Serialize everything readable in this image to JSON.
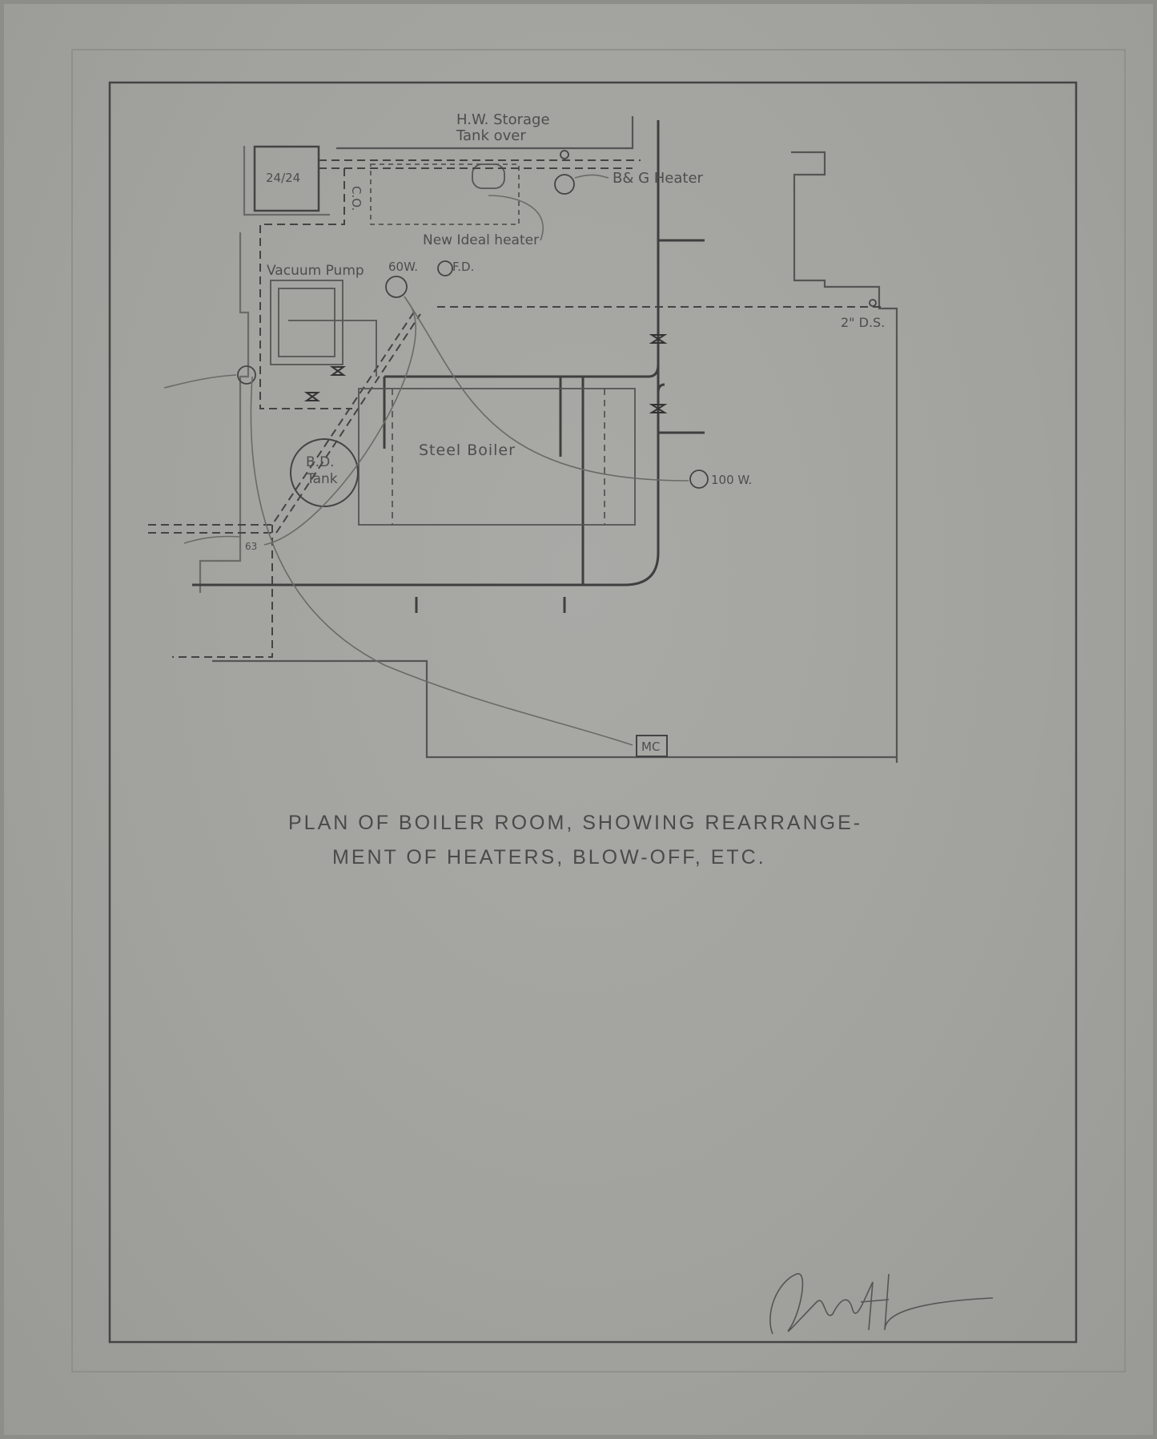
{
  "drawing": {
    "labels": {
      "hw_storage": "H.W. Storage",
      "tank_over": "Tank over",
      "heater_bg": "B& G Heater",
      "new_ideal": "New Ideal heater",
      "vacuum_pump": "Vacuum Pump",
      "lamp_60w": "60W.",
      "fd": "F.D.",
      "co": "C.O.",
      "size_24": "24/24",
      "ds_2in": "2\" D.S.",
      "steel_boiler": "Steel Boiler",
      "bd_tank_line1": "B.D.",
      "bd_tank_line2": "Tank",
      "lamp_100w": "100 W.",
      "mc": "MC",
      "code_63": "63"
    },
    "caption_line1": "PLAN OF BOILER ROOM, SHOWING REARRANGE-",
    "caption_line2": "MENT OF HEATERS, BLOW-OFF, ETC.",
    "signature": "Nott"
  },
  "colors": {
    "paper": "#a3a39f",
    "pencil": "#4a4a4a",
    "faint": "#7e7e7a"
  }
}
